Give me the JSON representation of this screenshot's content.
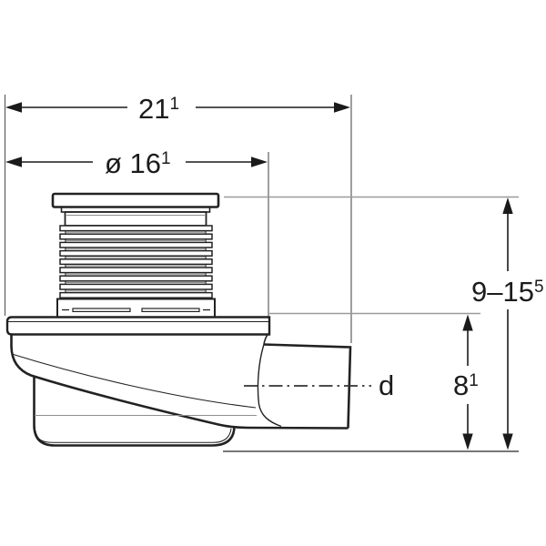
{
  "figure": {
    "type": "technical-drawing",
    "subject": "floor-drain-trap-side-view",
    "background_color": "#ffffff",
    "outline_color": "#222222",
    "extension_line_color": "#9a9a9a"
  },
  "dimensions": {
    "total_width": {
      "main": "21",
      "sup": "1"
    },
    "upper_diameter": {
      "main": "ø 16",
      "sup": "1"
    },
    "height_range": {
      "main": "9–15",
      "sup": "5"
    },
    "outlet_height": {
      "main": "8",
      "sup": "1"
    },
    "outlet_label": "d"
  }
}
